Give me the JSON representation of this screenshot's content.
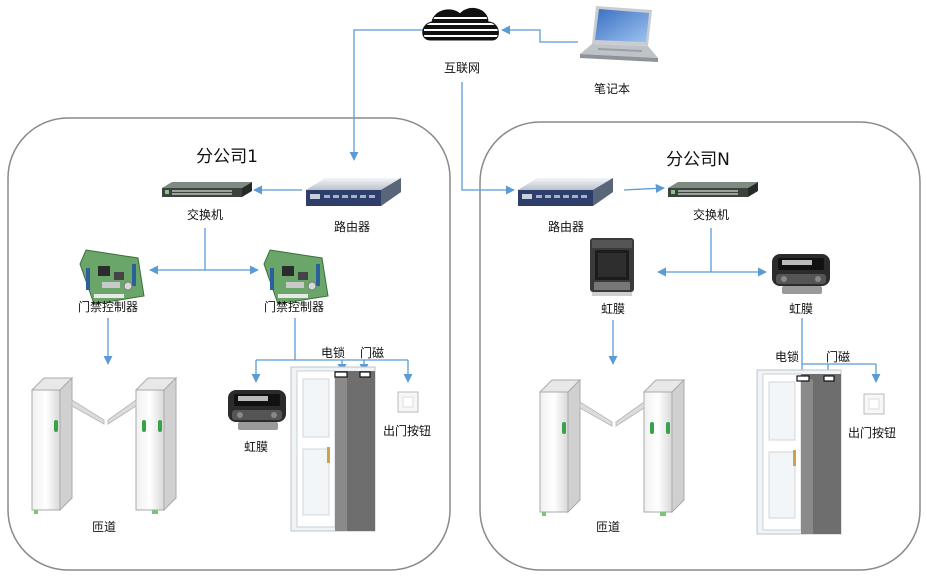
{
  "title": "",
  "internet": {
    "label": "互联网"
  },
  "laptop": {
    "label": "笔记本"
  },
  "branch1": {
    "title": "分公司1",
    "router": "路由器",
    "switch": "交换机",
    "controller_left": "门禁控制器",
    "controller_right": "门禁控制器",
    "lane": "匝道",
    "iris": "虹膜",
    "lock": "电锁",
    "magnet": "门磁",
    "exit_button": "出门按钮"
  },
  "branchN": {
    "title": "分公司N",
    "router": "路由器",
    "switch": "交换机",
    "iris_left": "虹膜",
    "iris_right": "虹膜",
    "lane": "匝道",
    "lock": "电锁",
    "magnet": "门磁",
    "exit_button": "出门按钮"
  },
  "colors": {
    "connector": "#5b9bd5",
    "frame": "#8a8a8a",
    "door_dark": "#6e6e6e",
    "device_dark": "#2b2b2b",
    "pcb_green": "#6aa56a"
  }
}
